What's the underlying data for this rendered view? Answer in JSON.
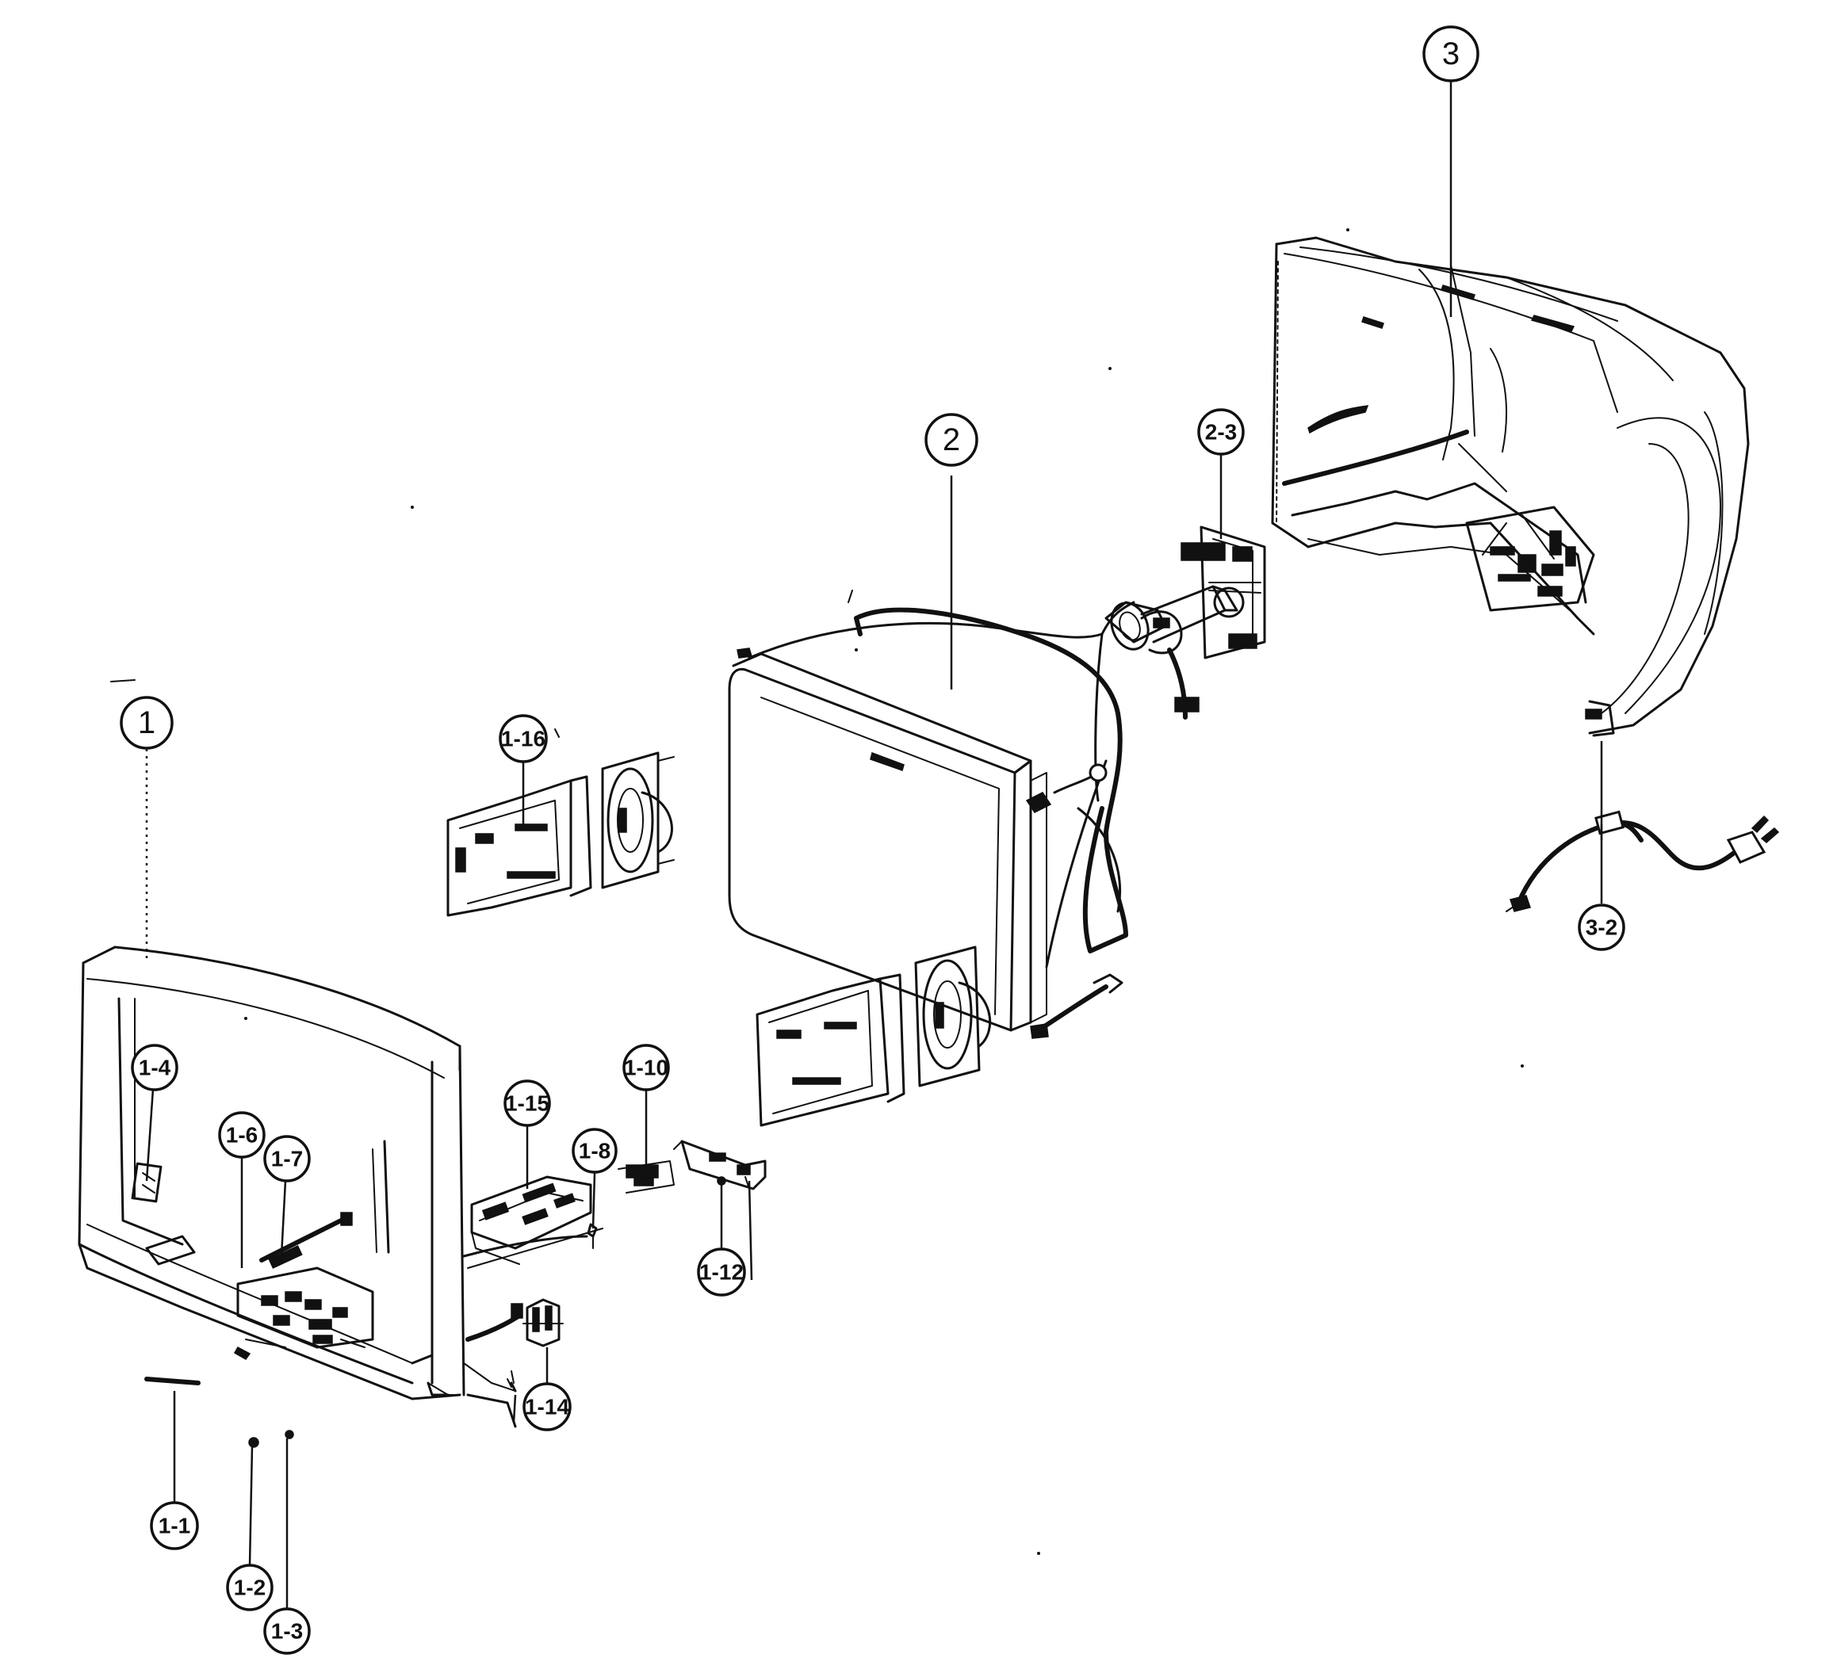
{
  "callouts": {
    "c1": "1",
    "c2": "2",
    "c3": "3",
    "c1_1": "1-1",
    "c1_2": "1-2",
    "c1_3": "1-3",
    "c1_4": "1-4",
    "c1_6": "1-6",
    "c1_7": "1-7",
    "c1_8": "1-8",
    "c1_10": "1-10",
    "c1_12": "1-12",
    "c1_14": "1-14",
    "c1_15": "1-15",
    "c1_16": "1-16",
    "c2_3": "2-3",
    "c3_2": "3-2"
  },
  "colors": {
    "ink": "#111111",
    "paper": "#ffffff"
  }
}
